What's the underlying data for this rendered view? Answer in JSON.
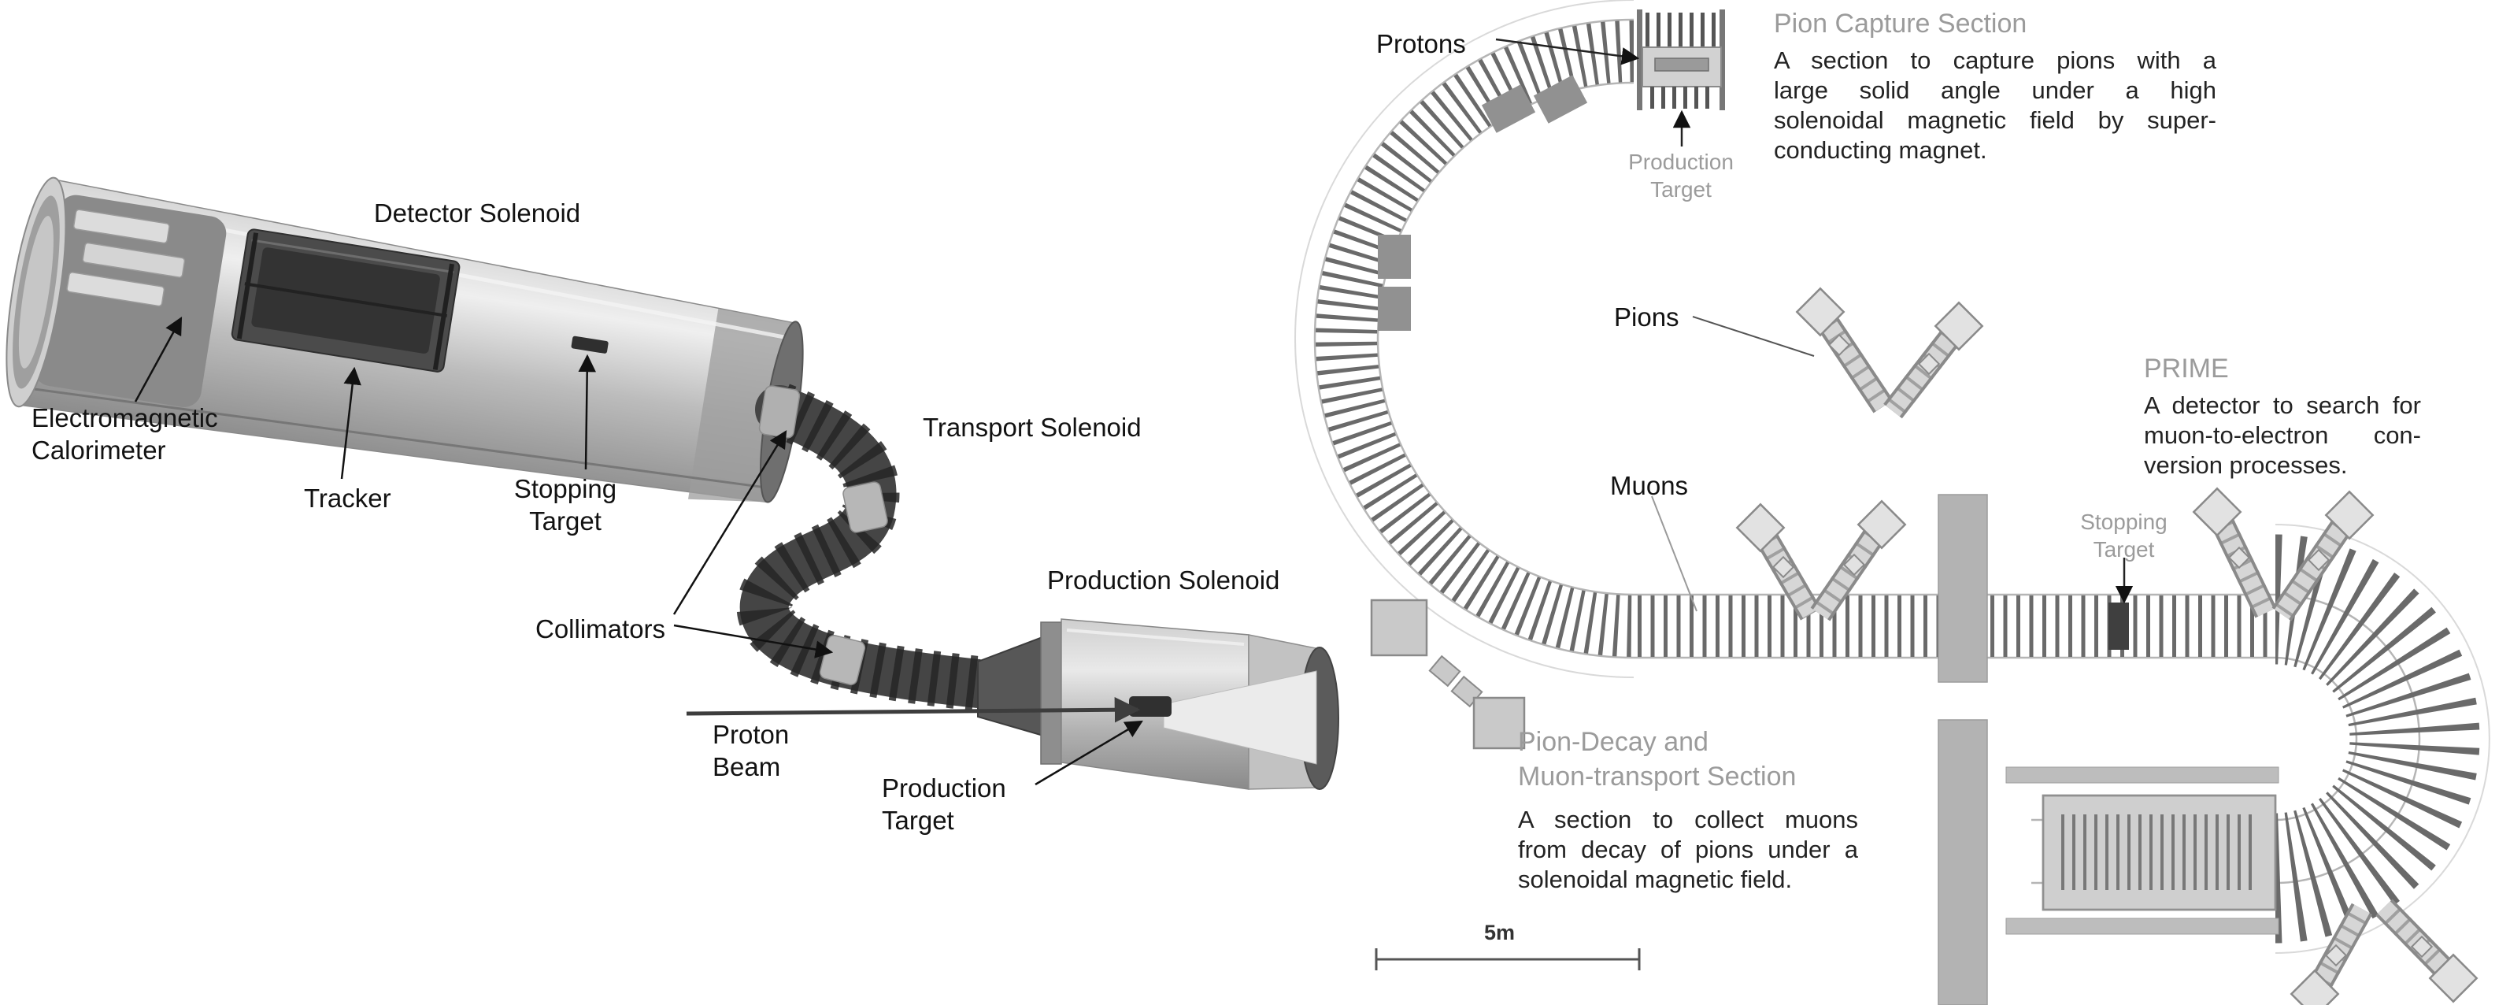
{
  "colors": {
    "heading_gray": "#9b9b9b",
    "label_black": "#121212",
    "beamline_edge_gray": "#b5b5b5",
    "coil_gray": "#6a6a6a",
    "shield_gray": "#b3b3b3"
  },
  "left": {
    "labels": {
      "detector_solenoid": "Detector Solenoid",
      "em_calorimeter": [
        "Electromagnetic",
        "Calorimeter"
      ],
      "tracker": "Tracker",
      "stopping_target": [
        "Stopping",
        "Target"
      ],
      "collimators": "Collimators",
      "transport_solenoid": "Transport Solenoid",
      "production_solenoid": "Production Solenoid",
      "proton_beam": [
        "Proton",
        "Beam"
      ],
      "production_target": [
        "Production",
        "Target"
      ]
    }
  },
  "right": {
    "labels": {
      "protons": "Protons",
      "pions": "Pions",
      "muons": "Muons"
    },
    "pion_capture": {
      "title": "Pion Capture Section",
      "desc": [
        "A section to capture pions with a",
        "large solid angle under a high",
        "solenoidal magnetic field by super-",
        "conducting magnet."
      ]
    },
    "production_target": [
      "Production",
      "Target"
    ],
    "prime": {
      "title": "PRIME",
      "desc": [
        "A detector to search for",
        "muon-to-electron con-",
        "version processes."
      ]
    },
    "stopping_target": [
      "Stopping",
      "Target"
    ],
    "pion_decay": {
      "title": [
        "Pion-Decay and",
        "Muon-transport Section"
      ],
      "desc": [
        "A section to collect muons",
        "from decay of pions under a",
        "solenoidal magnetic field."
      ]
    },
    "scale": "5m"
  }
}
